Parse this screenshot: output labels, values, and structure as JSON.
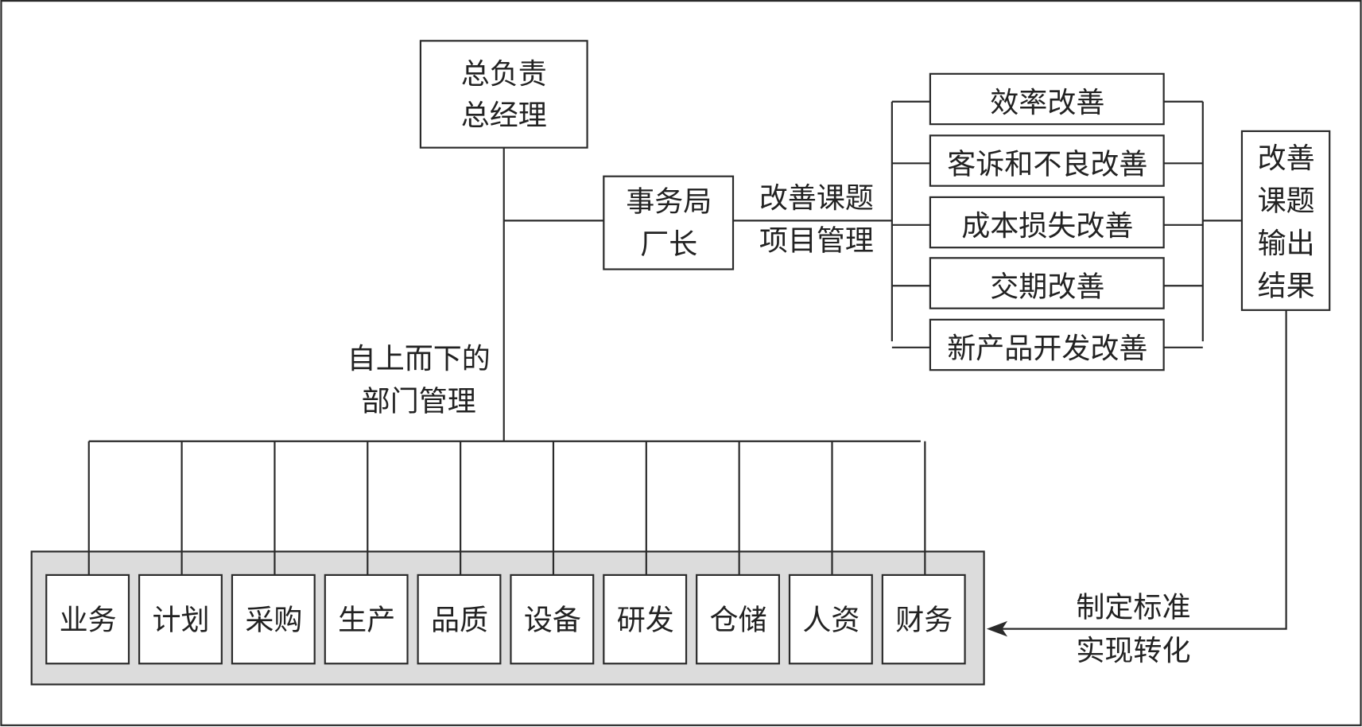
{
  "top_node": {
    "line1": "总负责",
    "line2": "总经理"
  },
  "office_node": {
    "line1": "事务局",
    "line2": "厂长"
  },
  "project_label": {
    "line1": "改善课题",
    "line2": "项目管理"
  },
  "dept_label": {
    "line1": "自上而下的",
    "line2": "部门管理"
  },
  "topics": [
    "效率改善",
    "客诉和不良改善",
    "成本损失改善",
    "交期改善",
    "新产品开发改善"
  ],
  "output_node": [
    "改善",
    "课题",
    "输出",
    "结果"
  ],
  "feedback_label": {
    "line1": "制定标准",
    "line2": "实现转化"
  },
  "departments": [
    "业务",
    "计划",
    "采购",
    "生产",
    "品质",
    "设备",
    "研发",
    "仓储",
    "人资",
    "财务"
  ],
  "colors": {
    "line": "#2a2a2a",
    "group_fill": "#dcdcdc",
    "box_fill": "#ffffff"
  }
}
